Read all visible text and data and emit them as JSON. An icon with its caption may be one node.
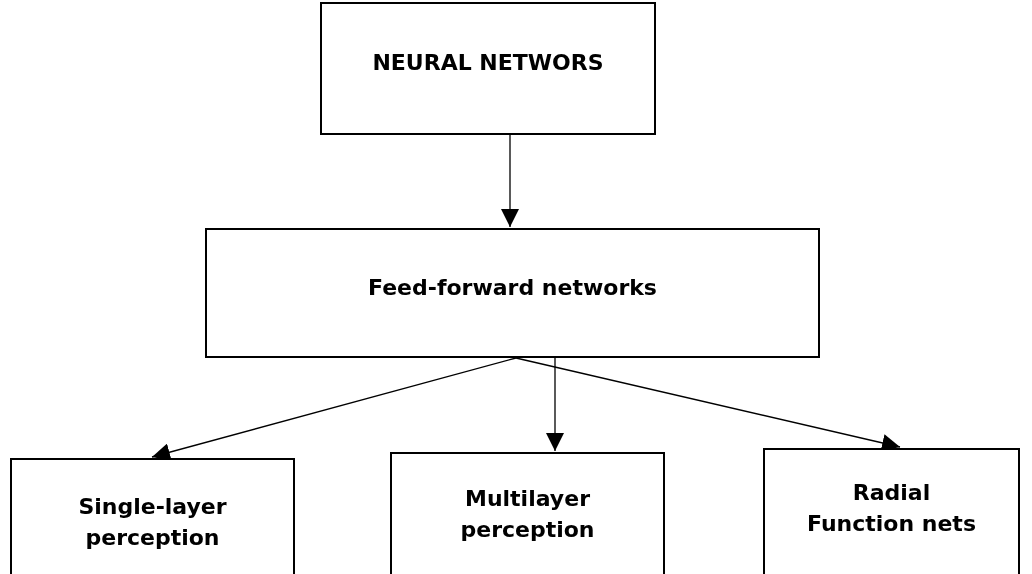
{
  "diagram": {
    "nodes": [
      {
        "text": [
          "NEURAL NETWORS"
        ]
      },
      {
        "text": [
          "Feed-forward networks"
        ]
      },
      {
        "text": [
          "Single-layer perception"
        ]
      },
      {
        "text": [
          "Multilayer perception"
        ]
      },
      {
        "text": [
          "Radial Function nets"
        ]
      }
    ],
    "edges": [
      {
        "from": 0,
        "to": 1,
        "arrow": "to"
      },
      {
        "from": 1,
        "to": 2,
        "arrow": "to"
      },
      {
        "from": 1,
        "to": 3,
        "arrow": "to"
      },
      {
        "from": 1,
        "to": 4,
        "arrow": "to"
      }
    ]
  }
}
